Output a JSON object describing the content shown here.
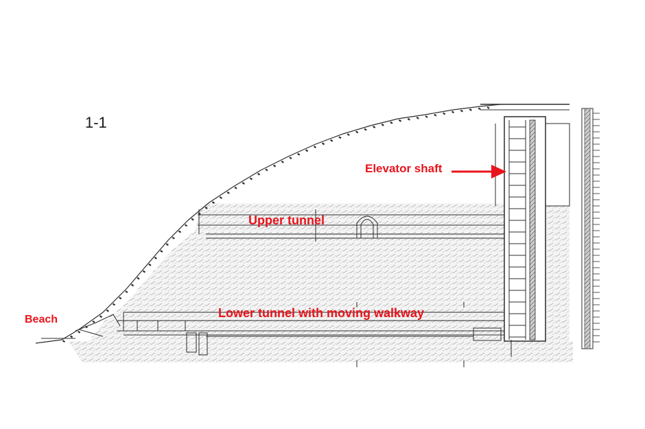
{
  "section_id": "1-1",
  "labels": {
    "elevator_shaft": "Elevator shaft",
    "upper_tunnel": "Upper tunnel",
    "lower_tunnel": "Lower tunnel with moving walkway",
    "beach": "Beach"
  },
  "colors": {
    "annotation_red": "#e8141b",
    "line": "#2b2b2b",
    "hatch": "#8a8a8a"
  }
}
